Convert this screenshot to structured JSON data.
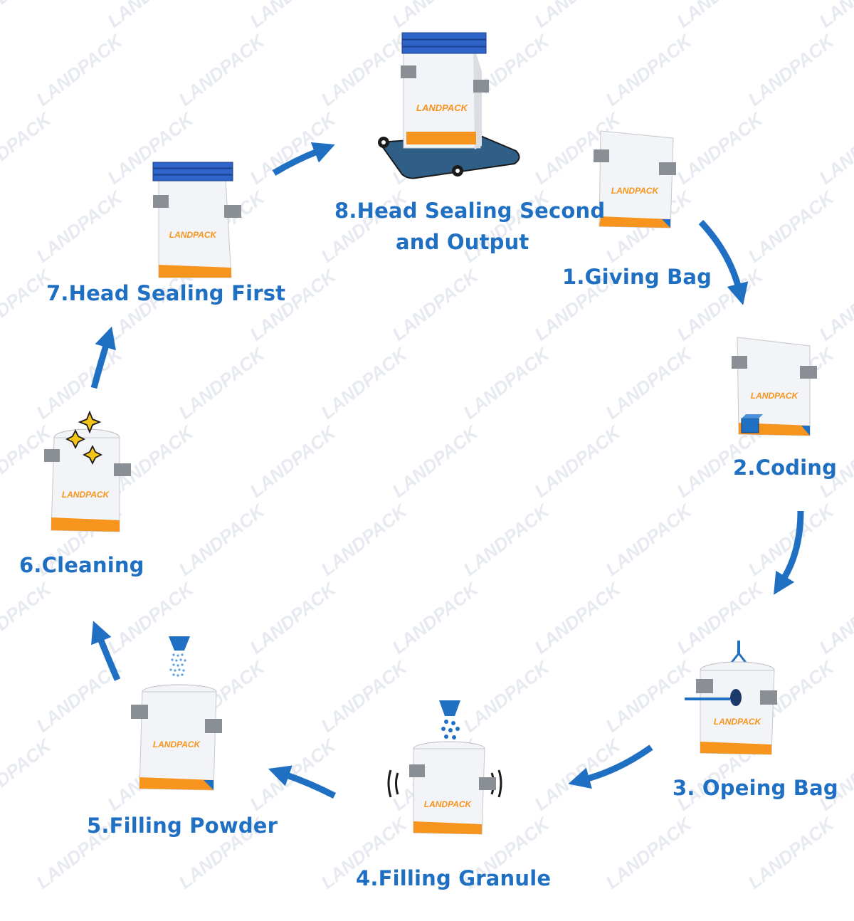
{
  "colors": {
    "accent_blue": "#1f6fc3",
    "bag_orange": "#f7941d",
    "bag_white": "#f3f4f7"
  },
  "watermark": {
    "text": "LANDPACK"
  },
  "bag_logo": {
    "text": "LANDPACK"
  },
  "steps": [
    {
      "id": 1,
      "label": "1.Giving Bag"
    },
    {
      "id": 2,
      "label": "2.Coding"
    },
    {
      "id": 3,
      "label": "3. Opeing Bag"
    },
    {
      "id": 4,
      "label": "4.Filling Granule"
    },
    {
      "id": 5,
      "label": "5.Filling Powder"
    },
    {
      "id": 6,
      "label": "6.Cleaning"
    },
    {
      "id": 7,
      "label": "7.Head Sealing First"
    },
    {
      "id": 8,
      "label_line1": "8.Head Sealing Second",
      "label_line2": "and Output"
    }
  ],
  "icons": {
    "bag": "packaging-bag-icon",
    "sealer": "heat-sealer-icon",
    "conveyor": "conveyor-belt-icon",
    "printer": "coding-printer-icon",
    "suction": "suction-cup-icon",
    "hopper": "hopper-icon",
    "sparkle": "sparkle-icon",
    "vibration": "vibration-icon",
    "arrow": "flow-arrow-icon"
  }
}
